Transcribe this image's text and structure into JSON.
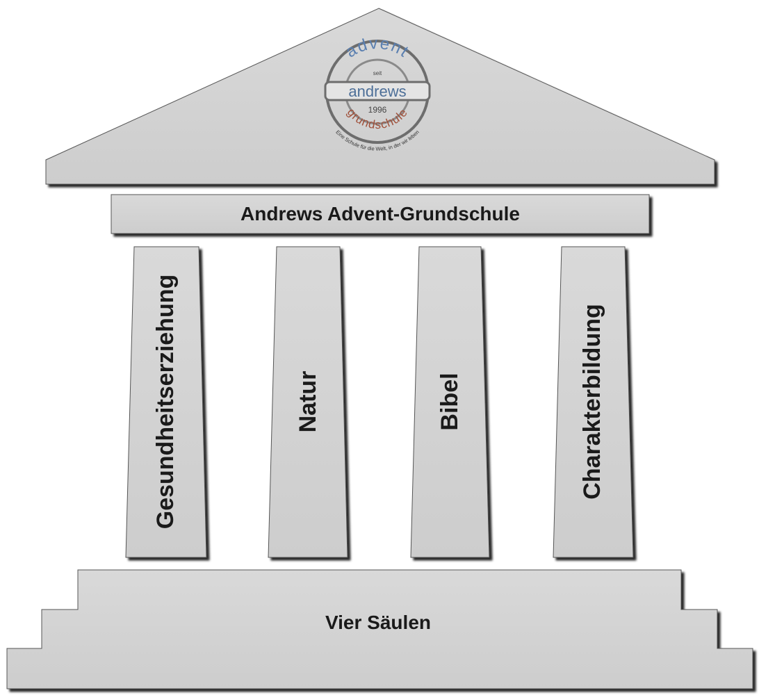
{
  "logo": {
    "top_text": "advent",
    "since_label": "seit",
    "name": "andrews",
    "year": "1996",
    "bottom_text": "grundschule",
    "motto": "Eine Schule für die Welt, in der wir leben"
  },
  "architrave": {
    "label": "Andrews Advent-Grundschule"
  },
  "pillars": [
    {
      "label": "Gesundheitserziehung"
    },
    {
      "label": "Natur"
    },
    {
      "label": "Bibel"
    },
    {
      "label": "Charakterbildung"
    }
  ],
  "base": {
    "label": "Vier Säulen"
  },
  "colors": {
    "stone": "#d2d2d2",
    "stone_light": "#dadada",
    "outline": "#555555",
    "text": "#1a1a1a",
    "logo_ring": "#6d6d6d"
  }
}
